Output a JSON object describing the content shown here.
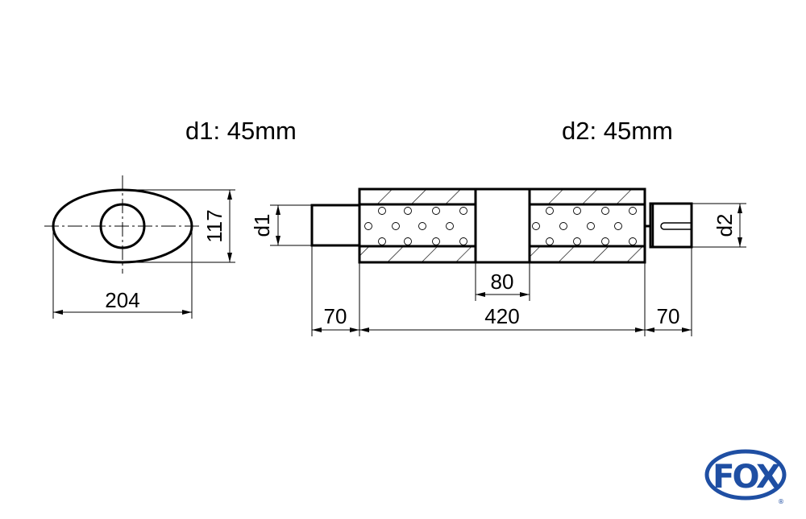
{
  "titles": {
    "d1": "d1: 45mm",
    "d2": "d2: 45mm"
  },
  "dimensions": {
    "oval_width": "204",
    "oval_height": "117",
    "inlet_diameter": "d1",
    "outlet_diameter": "d2",
    "inlet_length": "70",
    "body_length": "420",
    "outlet_length": "70",
    "center_chamber": "80"
  },
  "logo": {
    "text": "FOX",
    "mark": "®",
    "color": "#1f4fa3"
  }
}
